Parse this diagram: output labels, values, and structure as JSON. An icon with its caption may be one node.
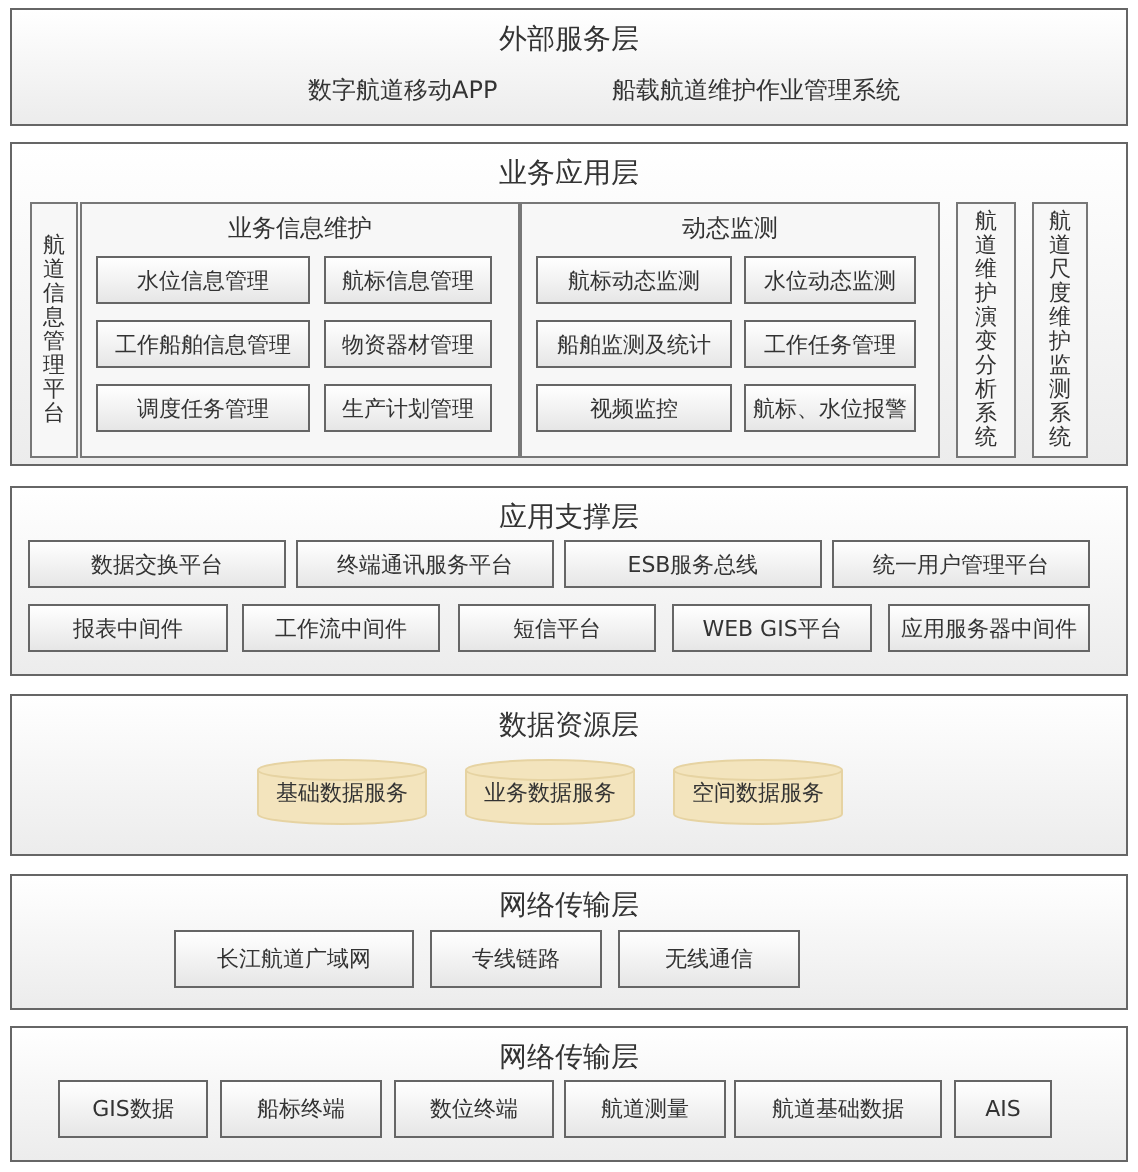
{
  "diagram": {
    "nodes": [
      {
        "text": [
          "外部服务层",
          "数字航道移动APP",
          "船载航道维护作业管理系统"
        ]
      },
      {
        "text": [
          "业务应用层"
        ]
      },
      {
        "text": [
          "航道信息管理平台"
        ],
        "in": 1
      },
      {
        "text": [
          "业务信息维护"
        ],
        "in": 1
      },
      {
        "text": [
          "水位信息管理"
        ],
        "in": 3
      },
      {
        "text": [
          "航标信息管理"
        ],
        "in": 3
      },
      {
        "text": [
          "工作船舶信息管理"
        ],
        "in": 3
      },
      {
        "text": [
          "物资器材管理"
        ],
        "in": 3
      },
      {
        "text": [
          "调度任务管理"
        ],
        "in": 3
      },
      {
        "text": [
          "生产计划管理"
        ],
        "in": 3
      },
      {
        "text": [
          "动态监测"
        ],
        "in": 1
      },
      {
        "text": [
          "航标动态监测"
        ],
        "in": 10
      },
      {
        "text": [
          "水位动态监测"
        ],
        "in": 10
      },
      {
        "text": [
          "船舶监测及统计"
        ],
        "in": 10
      },
      {
        "text": [
          "工作任务管理"
        ],
        "in": 10
      },
      {
        "text": [
          "视频监控"
        ],
        "in": 10
      },
      {
        "text": [
          "航标、水位报警"
        ],
        "in": 10
      },
      {
        "text": [
          "航道维护演变分析系统"
        ],
        "in": 1
      },
      {
        "text": [
          "航道尺度维护监测系统"
        ],
        "in": 1
      },
      {
        "text": [
          "应用支撑层"
        ]
      },
      {
        "text": [
          "数据交换平台"
        ],
        "in": 19
      },
      {
        "text": [
          "终端通讯服务平台"
        ],
        "in": 19
      },
      {
        "text": [
          "ESB服务总线"
        ],
        "in": 19
      },
      {
        "text": [
          "统一用户管理平台"
        ],
        "in": 19
      },
      {
        "text": [
          "报表中间件"
        ],
        "in": 19
      },
      {
        "text": [
          "工作流中间件"
        ],
        "in": 19
      },
      {
        "text": [
          "短信平台"
        ],
        "in": 19
      },
      {
        "text": [
          "WEB GIS平台"
        ],
        "in": 19
      },
      {
        "text": [
          "应用服务器中间件"
        ],
        "in": 19
      },
      {
        "text": [
          "数据资源层"
        ]
      },
      {
        "text": [
          "基础数据服务"
        ],
        "in": 29
      },
      {
        "text": [
          "业务数据服务"
        ],
        "in": 29
      },
      {
        "text": [
          "空间数据服务"
        ],
        "in": 29
      },
      {
        "text": [
          "网络传输层"
        ]
      },
      {
        "text": [
          "长江航道广域网"
        ],
        "in": 33
      },
      {
        "text": [
          "专线链路"
        ],
        "in": 33
      },
      {
        "text": [
          "无线通信"
        ],
        "in": 33
      },
      {
        "text": [
          "网络传输层"
        ]
      },
      {
        "text": [
          "GIS数据"
        ],
        "in": 37
      },
      {
        "text": [
          "船标终端"
        ],
        "in": 37
      },
      {
        "text": [
          "数位终端"
        ],
        "in": 37
      },
      {
        "text": [
          "航道测量"
        ],
        "in": 37
      },
      {
        "text": [
          "航道基础数据"
        ],
        "in": 37
      },
      {
        "text": [
          "AIS"
        ],
        "in": 37
      }
    ]
  }
}
